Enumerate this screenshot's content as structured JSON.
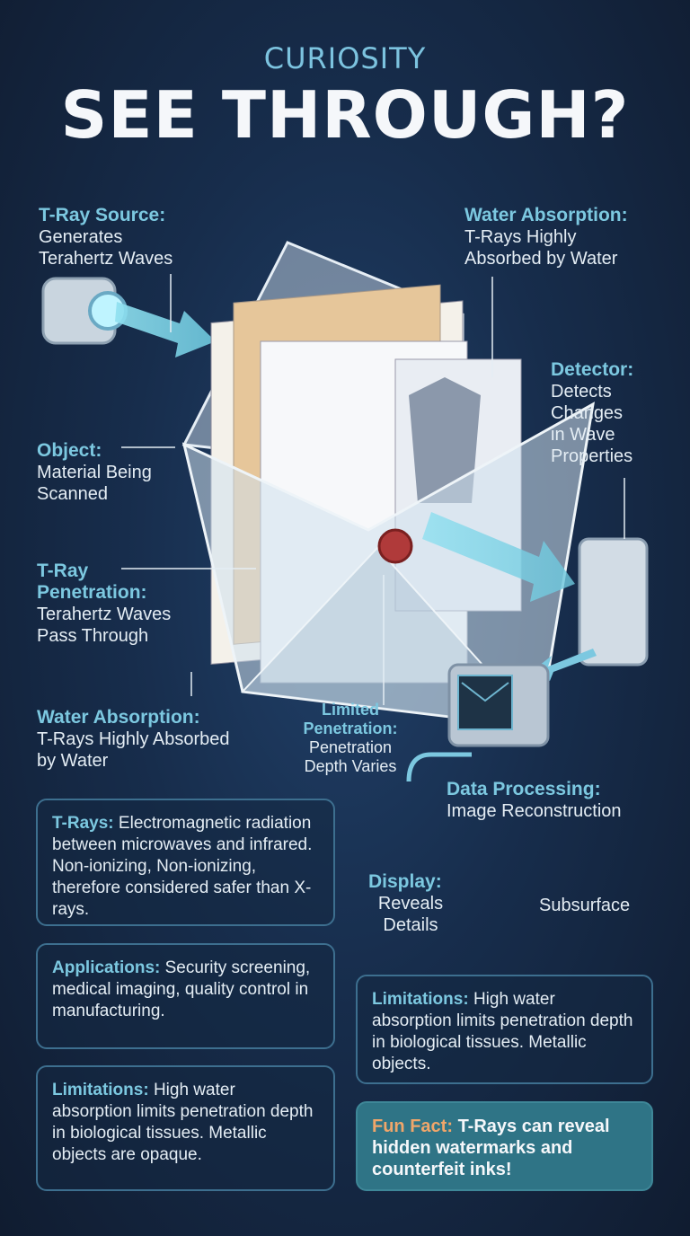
{
  "header": {
    "kicker": "CURIOSITY",
    "title": "SEE THROUGH?"
  },
  "labels": {
    "source": {
      "title": "T-Ray Source:",
      "lines": [
        "Generates",
        "Terahertz Waves"
      ]
    },
    "water_top": {
      "title": "Water Absorption:",
      "lines": [
        "T-Rays Highly",
        "Absorbed by Water"
      ]
    },
    "detector": {
      "title": "Detector:",
      "lines": [
        "Detects",
        "Changes",
        "in Wave",
        "Properties"
      ]
    },
    "object": {
      "title": "Object:",
      "lines": [
        "Material Being",
        "Scanned"
      ]
    },
    "penetration": {
      "title": "T-Ray",
      "title2": "Penetration:",
      "lines": [
        "Terahertz Waves",
        "Pass Through"
      ]
    },
    "water_bottom": {
      "title": "Water Absorption:",
      "lines": [
        "T-Rays Highly Absorbed",
        "by Water"
      ]
    },
    "limited": {
      "title": "Limited",
      "title2": "Penetration:",
      "lines": [
        "Penetration",
        "Depth Varies"
      ]
    },
    "processing": {
      "title": "Data Processing:",
      "lines": [
        "Image Reconstruction"
      ]
    },
    "display": {
      "title": "Display:",
      "lines": [
        "Reveals",
        "Details"
      ]
    },
    "subsurface": "Subsurface"
  },
  "cards": {
    "trays": {
      "title": "T-Rays:",
      "text": "Electromagnetic radiation between microwaves and infrared. Non-ionizing, Non-ionizing, therefore considered safer than X-rays."
    },
    "applications": {
      "title": "Applications:",
      "text": "Security screening, medical imaging, quality control in manufacturing."
    },
    "limitations_left": {
      "title": "Limitations:",
      "text": "High water absorption limits penetration depth in biological tissues. Metallic objects are opaque."
    },
    "limitations_right": {
      "title": "Limitations:",
      "text": "High water absorption limits penetration depth in biological tissues. Metallic objects."
    },
    "fun_fact": {
      "title": "Fun Fact:",
      "text": "T-Rays can reveal hidden watermarks and counterfeit inks!"
    }
  },
  "colors": {
    "accent": "#7cc8e0",
    "fun_title": "#f0a66a",
    "fun_bg": "#2f7486"
  }
}
